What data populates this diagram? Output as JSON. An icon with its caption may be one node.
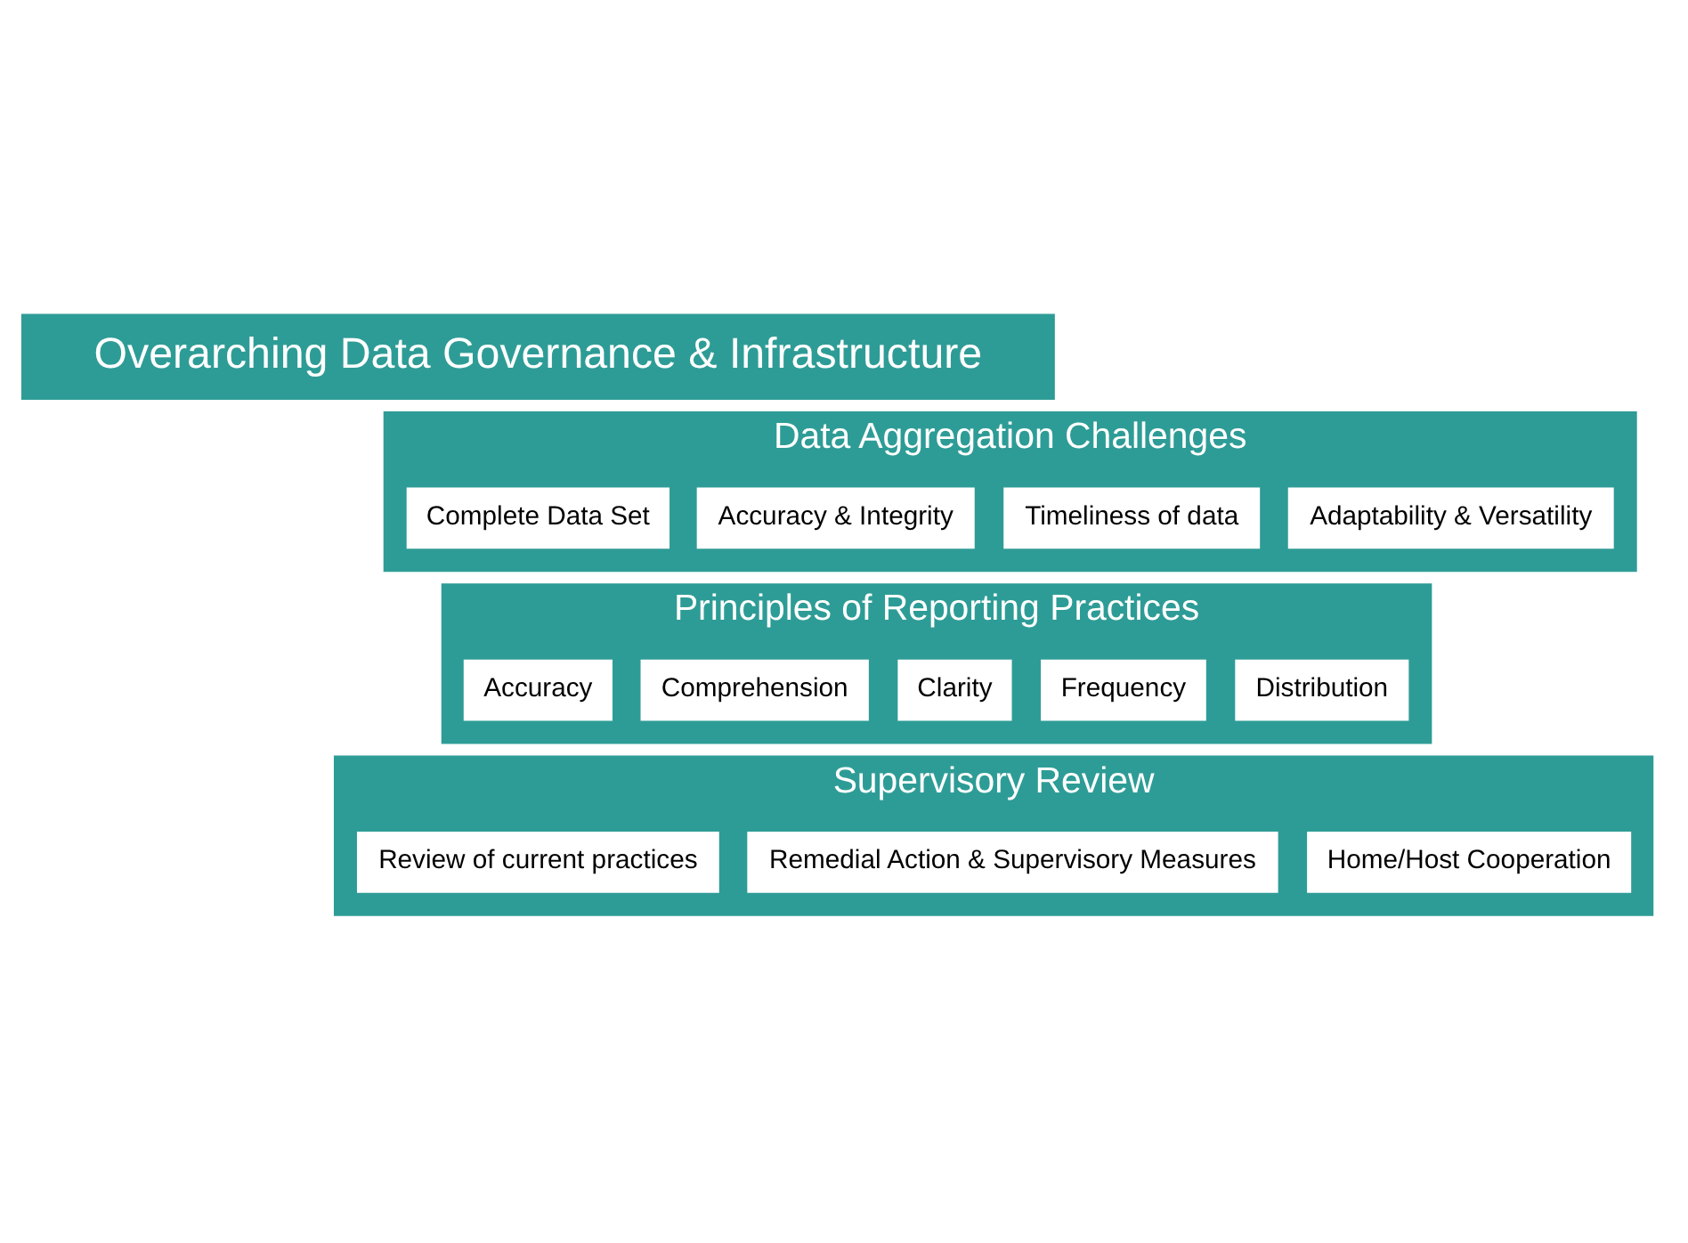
{
  "diagram": {
    "nodes": [
      {
        "text": [
          "Overarching Data Governance & Infrastructure"
        ]
      },
      {
        "text": [
          "Data Aggregation Challenges"
        ]
      },
      {
        "text": [
          "Complete Data Set"
        ],
        "in": 1
      },
      {
        "text": [
          "Accuracy & Integrity"
        ],
        "in": 1
      },
      {
        "text": [
          "Timeliness of data"
        ],
        "in": 1
      },
      {
        "text": [
          "Adaptability & Versatility"
        ],
        "in": 1
      },
      {
        "text": [
          "Principles of Reporting Practices"
        ]
      },
      {
        "text": [
          "Accuracy"
        ],
        "in": 6
      },
      {
        "text": [
          "Comprehension"
        ],
        "in": 6
      },
      {
        "text": [
          "Clarity"
        ],
        "in": 6
      },
      {
        "text": [
          "Frequency"
        ],
        "in": 6
      },
      {
        "text": [
          "Distribution"
        ],
        "in": 6
      },
      {
        "text": [
          "Supervisory Review"
        ]
      },
      {
        "text": [
          "Review of current practices"
        ],
        "in": 12
      },
      {
        "text": [
          "Remedial Action & Supervisory Measures"
        ],
        "in": 12
      },
      {
        "text": [
          "Home/Host Cooperation"
        ],
        "in": 12
      }
    ],
    "edges": []
  }
}
